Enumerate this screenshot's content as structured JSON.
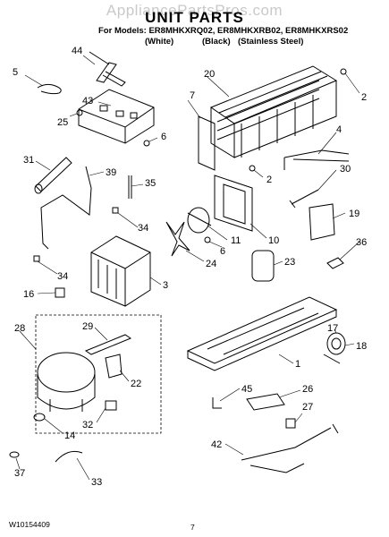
{
  "watermark": "AppliancePartsPros.com",
  "title": "UNIT PARTS",
  "models_line": "For Models: ER8MHKXRQ02, ER8MHKXRB02, ER8MHKXRS02",
  "variants": [
    "(White)",
    "(Black)",
    "(Stainless Steel)"
  ],
  "callouts": [
    "44",
    "5",
    "43",
    "25",
    "6",
    "20",
    "7",
    "2",
    "4",
    "2",
    "31",
    "39",
    "35",
    "30",
    "19",
    "34",
    "11",
    "6",
    "10",
    "36",
    "24",
    "23",
    "34",
    "3",
    "16",
    "28",
    "29",
    "17",
    "18",
    "1",
    "22",
    "45",
    "26",
    "27",
    "32",
    "14",
    "42",
    "37",
    "33"
  ],
  "footer": {
    "doc_number": "W10154409",
    "page_number": "7"
  }
}
